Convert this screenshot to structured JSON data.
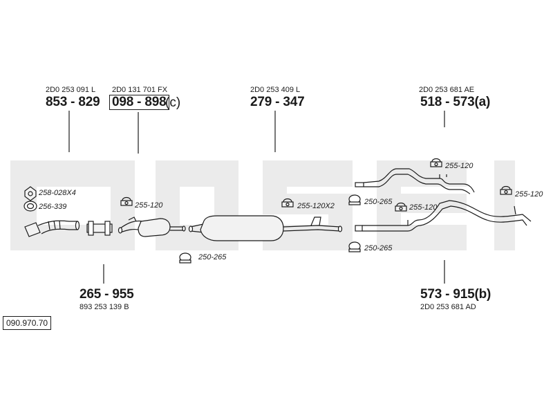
{
  "catalog_number": "090.970.70",
  "parts": {
    "p853": {
      "oe": "2D0 253 091 L",
      "number": "853 - 829"
    },
    "p098": {
      "oe": "2D0 131 701 FX",
      "number": "098 - 898",
      "suffix": "(c)"
    },
    "p279": {
      "oe": "2D0 253 409 L",
      "number": "279 - 347"
    },
    "p518": {
      "oe": "2D0 253 681 AE",
      "number": "518 - 573(a)"
    },
    "p265": {
      "oe": "893 253 139 B",
      "number": "265 - 955"
    },
    "p573": {
      "oe": "2D0 253 681 AD",
      "number": "573 - 915(b)"
    }
  },
  "clamps": {
    "c258": "258-028X4",
    "c256": "256-339",
    "c255a": "255-120",
    "c255x2": "255-120X2",
    "c250a": "250-265",
    "c255b": "255-120",
    "c255c": "255-120",
    "c255d": "255-120",
    "c250b": "250-265",
    "c250c": "250-265"
  },
  "colors": {
    "line": "#1a1a1a",
    "watermark": "#e8e8e8",
    "fill": "#f2f2f2"
  }
}
